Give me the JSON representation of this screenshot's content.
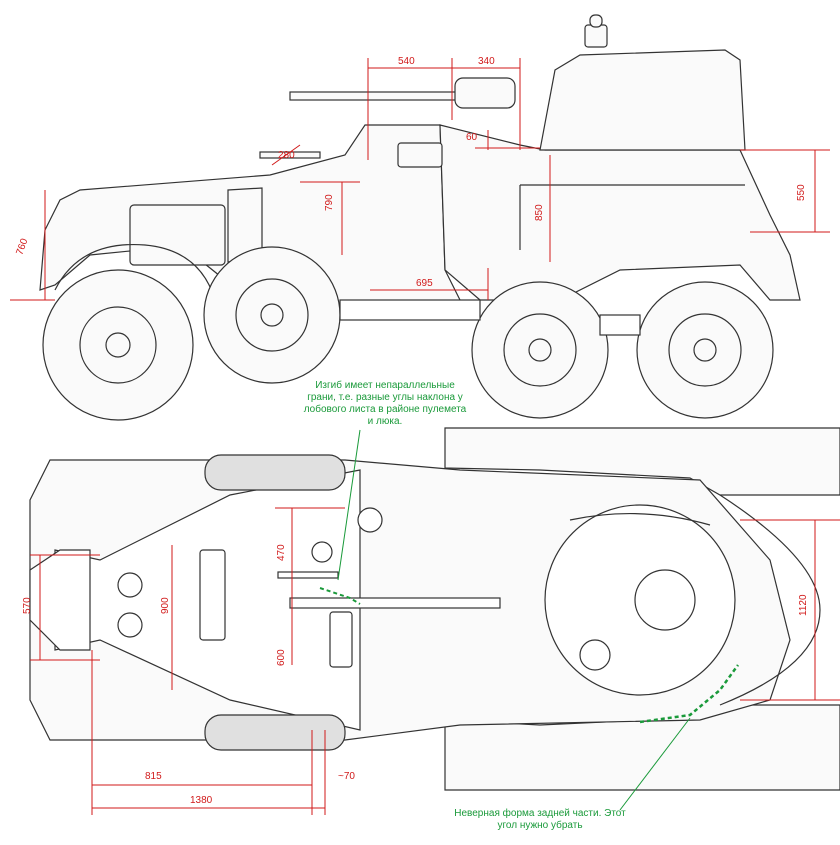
{
  "side_view": {
    "dimensions": [
      "540",
      "340",
      "60",
      "280",
      "790",
      "850",
      "550",
      "760",
      "695"
    ]
  },
  "top_view": {
    "dimensions": [
      "470",
      "900",
      "570",
      "600",
      "1120",
      "815",
      "1380",
      "~70"
    ]
  },
  "notes": {
    "upper_note": "Изгиб имеет непараллельные грани, т.е. разные углы наклона у лобового листа в районе пулемета и люка.",
    "lower_note": "Неверная форма задней части. Этот угол нужно убрать"
  },
  "colors": {
    "dimension": "#d11a1a",
    "annotation": "#1a9a3a",
    "line": "#333333"
  }
}
